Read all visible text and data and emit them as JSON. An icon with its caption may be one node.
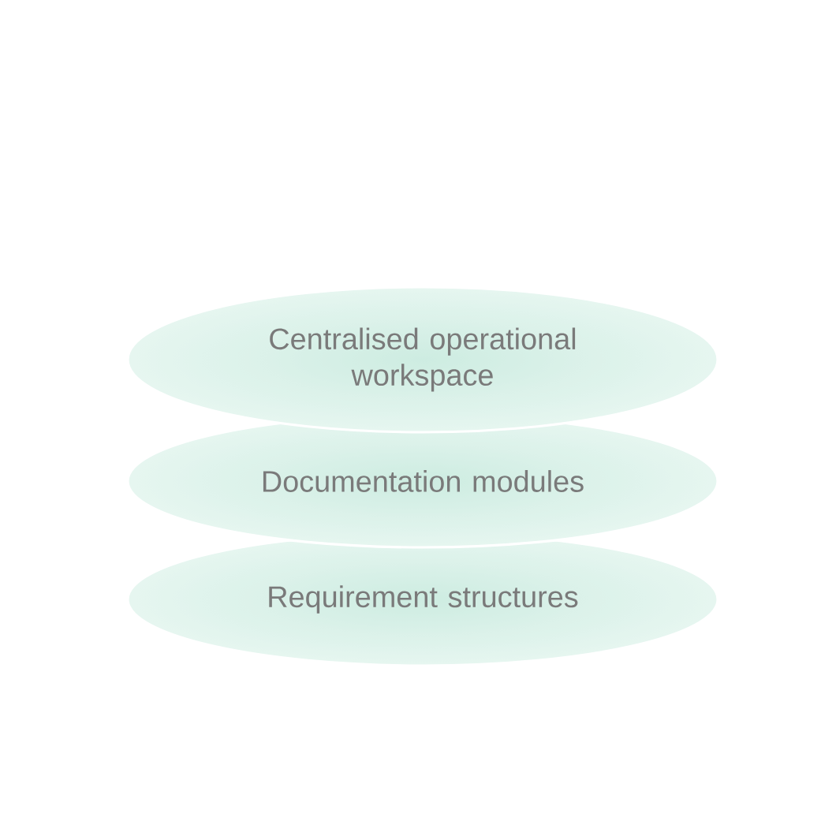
{
  "diagram": {
    "nodes": [
      {
        "text": [
          "Centralised operational workspace"
        ]
      },
      {
        "text": [
          "Documentation modules"
        ]
      },
      {
        "text": [
          "Requirement structures"
        ]
      }
    ]
  }
}
